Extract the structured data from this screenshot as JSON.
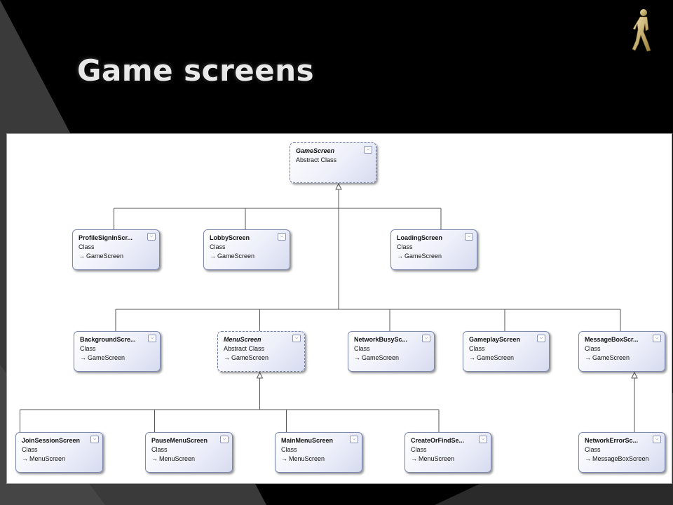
{
  "slide": {
    "title": "Game screens",
    "colors": {
      "background": "#000000",
      "accent": "#3a3a3a",
      "box_fill": "#eef0fa",
      "box_border": "#7b87ad"
    },
    "decor_icon": "walking-figure-icon"
  },
  "diagram": {
    "nodes": [
      {
        "id": "GameScreen",
        "name": "GameScreen",
        "kind": "Abstract Class",
        "base": "",
        "abstract": true
      },
      {
        "id": "ProfileSignIn",
        "name": "ProfileSignInScr...",
        "kind": "Class",
        "base": "GameScreen",
        "abstract": false
      },
      {
        "id": "Lobby",
        "name": "LobbyScreen",
        "kind": "Class",
        "base": "GameScreen",
        "abstract": false
      },
      {
        "id": "Loading",
        "name": "LoadingScreen",
        "kind": "Class",
        "base": "GameScreen",
        "abstract": false
      },
      {
        "id": "Background",
        "name": "BackgroundScre...",
        "kind": "Class",
        "base": "GameScreen",
        "abstract": false
      },
      {
        "id": "MenuScreen",
        "name": "MenuScreen",
        "kind": "Abstract Class",
        "base": "GameScreen",
        "abstract": true
      },
      {
        "id": "NetworkBusy",
        "name": "NetworkBusySc...",
        "kind": "Class",
        "base": "GameScreen",
        "abstract": false
      },
      {
        "id": "Gameplay",
        "name": "GameplayScreen",
        "kind": "Class",
        "base": "GameScreen",
        "abstract": false
      },
      {
        "id": "MessageBox",
        "name": "MessageBoxScr...",
        "kind": "Class",
        "base": "GameScreen",
        "abstract": false
      },
      {
        "id": "JoinSession",
        "name": "JoinSessionScreen",
        "kind": "Class",
        "base": "MenuScreen",
        "abstract": false
      },
      {
        "id": "PauseMenu",
        "name": "PauseMenuScreen",
        "kind": "Class",
        "base": "MenuScreen",
        "abstract": false
      },
      {
        "id": "MainMenu",
        "name": "MainMenuScreen",
        "kind": "Class",
        "base": "MenuScreen",
        "abstract": false
      },
      {
        "id": "CreateOrFind",
        "name": "CreateOrFindSe...",
        "kind": "Class",
        "base": "MenuScreen",
        "abstract": false
      },
      {
        "id": "NetworkError",
        "name": "NetworkErrorSc...",
        "kind": "Class",
        "base": "MessageBoxScreen",
        "abstract": false
      }
    ],
    "edges": [
      {
        "from": "ProfileSignIn",
        "to": "GameScreen"
      },
      {
        "from": "Lobby",
        "to": "GameScreen"
      },
      {
        "from": "Loading",
        "to": "GameScreen"
      },
      {
        "from": "Background",
        "to": "GameScreen"
      },
      {
        "from": "MenuScreen",
        "to": "GameScreen"
      },
      {
        "from": "NetworkBusy",
        "to": "GameScreen"
      },
      {
        "from": "Gameplay",
        "to": "GameScreen"
      },
      {
        "from": "MessageBox",
        "to": "GameScreen"
      },
      {
        "from": "JoinSession",
        "to": "MenuScreen"
      },
      {
        "from": "PauseMenu",
        "to": "MenuScreen"
      },
      {
        "from": "MainMenu",
        "to": "MenuScreen"
      },
      {
        "from": "CreateOrFind",
        "to": "MenuScreen"
      },
      {
        "from": "NetworkError",
        "to": "MessageBox"
      }
    ]
  }
}
